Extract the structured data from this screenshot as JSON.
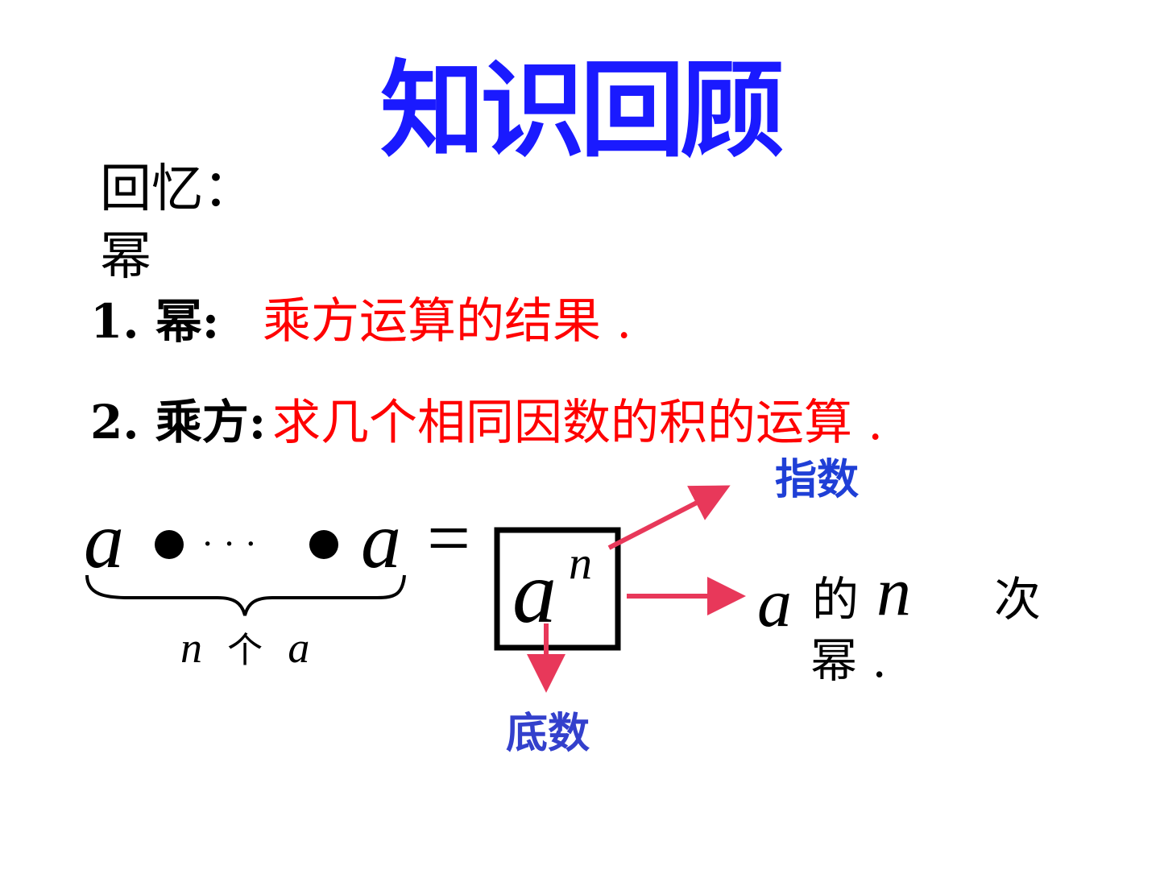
{
  "title": "知识回顾",
  "recall": "回忆：",
  "topic": "幂",
  "items": [
    {
      "label": "1. 幂:",
      "definition": "乘方运算的结果 ."
    },
    {
      "label": "2. 乘方:",
      "definition": "求几个相同因数的积的运算 ."
    }
  ],
  "formula": {
    "base_symbol": "a",
    "exponent_symbol": "n",
    "ellipsis": "· · ·",
    "equals": "=",
    "brace_caption": {
      "n": "n",
      "word": "个",
      "a": "a"
    }
  },
  "labels": {
    "exponent": "指数",
    "base": "底数"
  },
  "result": {
    "a": "a",
    "de": "的",
    "n": "n",
    "ci": "次",
    "power": "幂 ."
  },
  "colors": {
    "title": "#1a1aff",
    "definition": "#ff0000",
    "label_blue": "#1f3fd6",
    "arrow": "#e8385a"
  }
}
